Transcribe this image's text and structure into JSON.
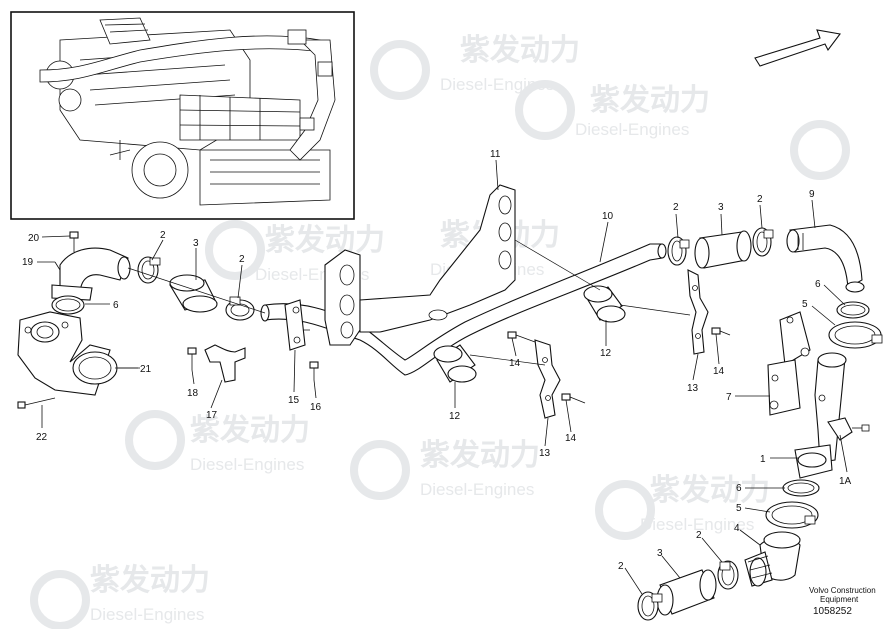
{
  "callouts": {
    "c1": "1",
    "c1A": "1A",
    "c2": "2",
    "c3": "3",
    "c4": "4",
    "c5": "5",
    "c6": "6",
    "c7": "7",
    "c9": "9",
    "c10": "10",
    "c11": "11",
    "c12": "12",
    "c13": "13",
    "c14": "14",
    "c15": "15",
    "c16": "16",
    "c17": "17",
    "c18": "18",
    "c19": "19",
    "c20": "20",
    "c21": "21",
    "c22": "22"
  },
  "footer": {
    "line1": "Volvo Construction",
    "line2": "Equipment",
    "number": "1058252"
  },
  "watermark": {
    "brand": "紫发动力",
    "sub": "Diesel-Engines"
  },
  "colors": {
    "ink": "#111111",
    "watermark": "#e6e8ea",
    "paper": "#ffffff"
  }
}
